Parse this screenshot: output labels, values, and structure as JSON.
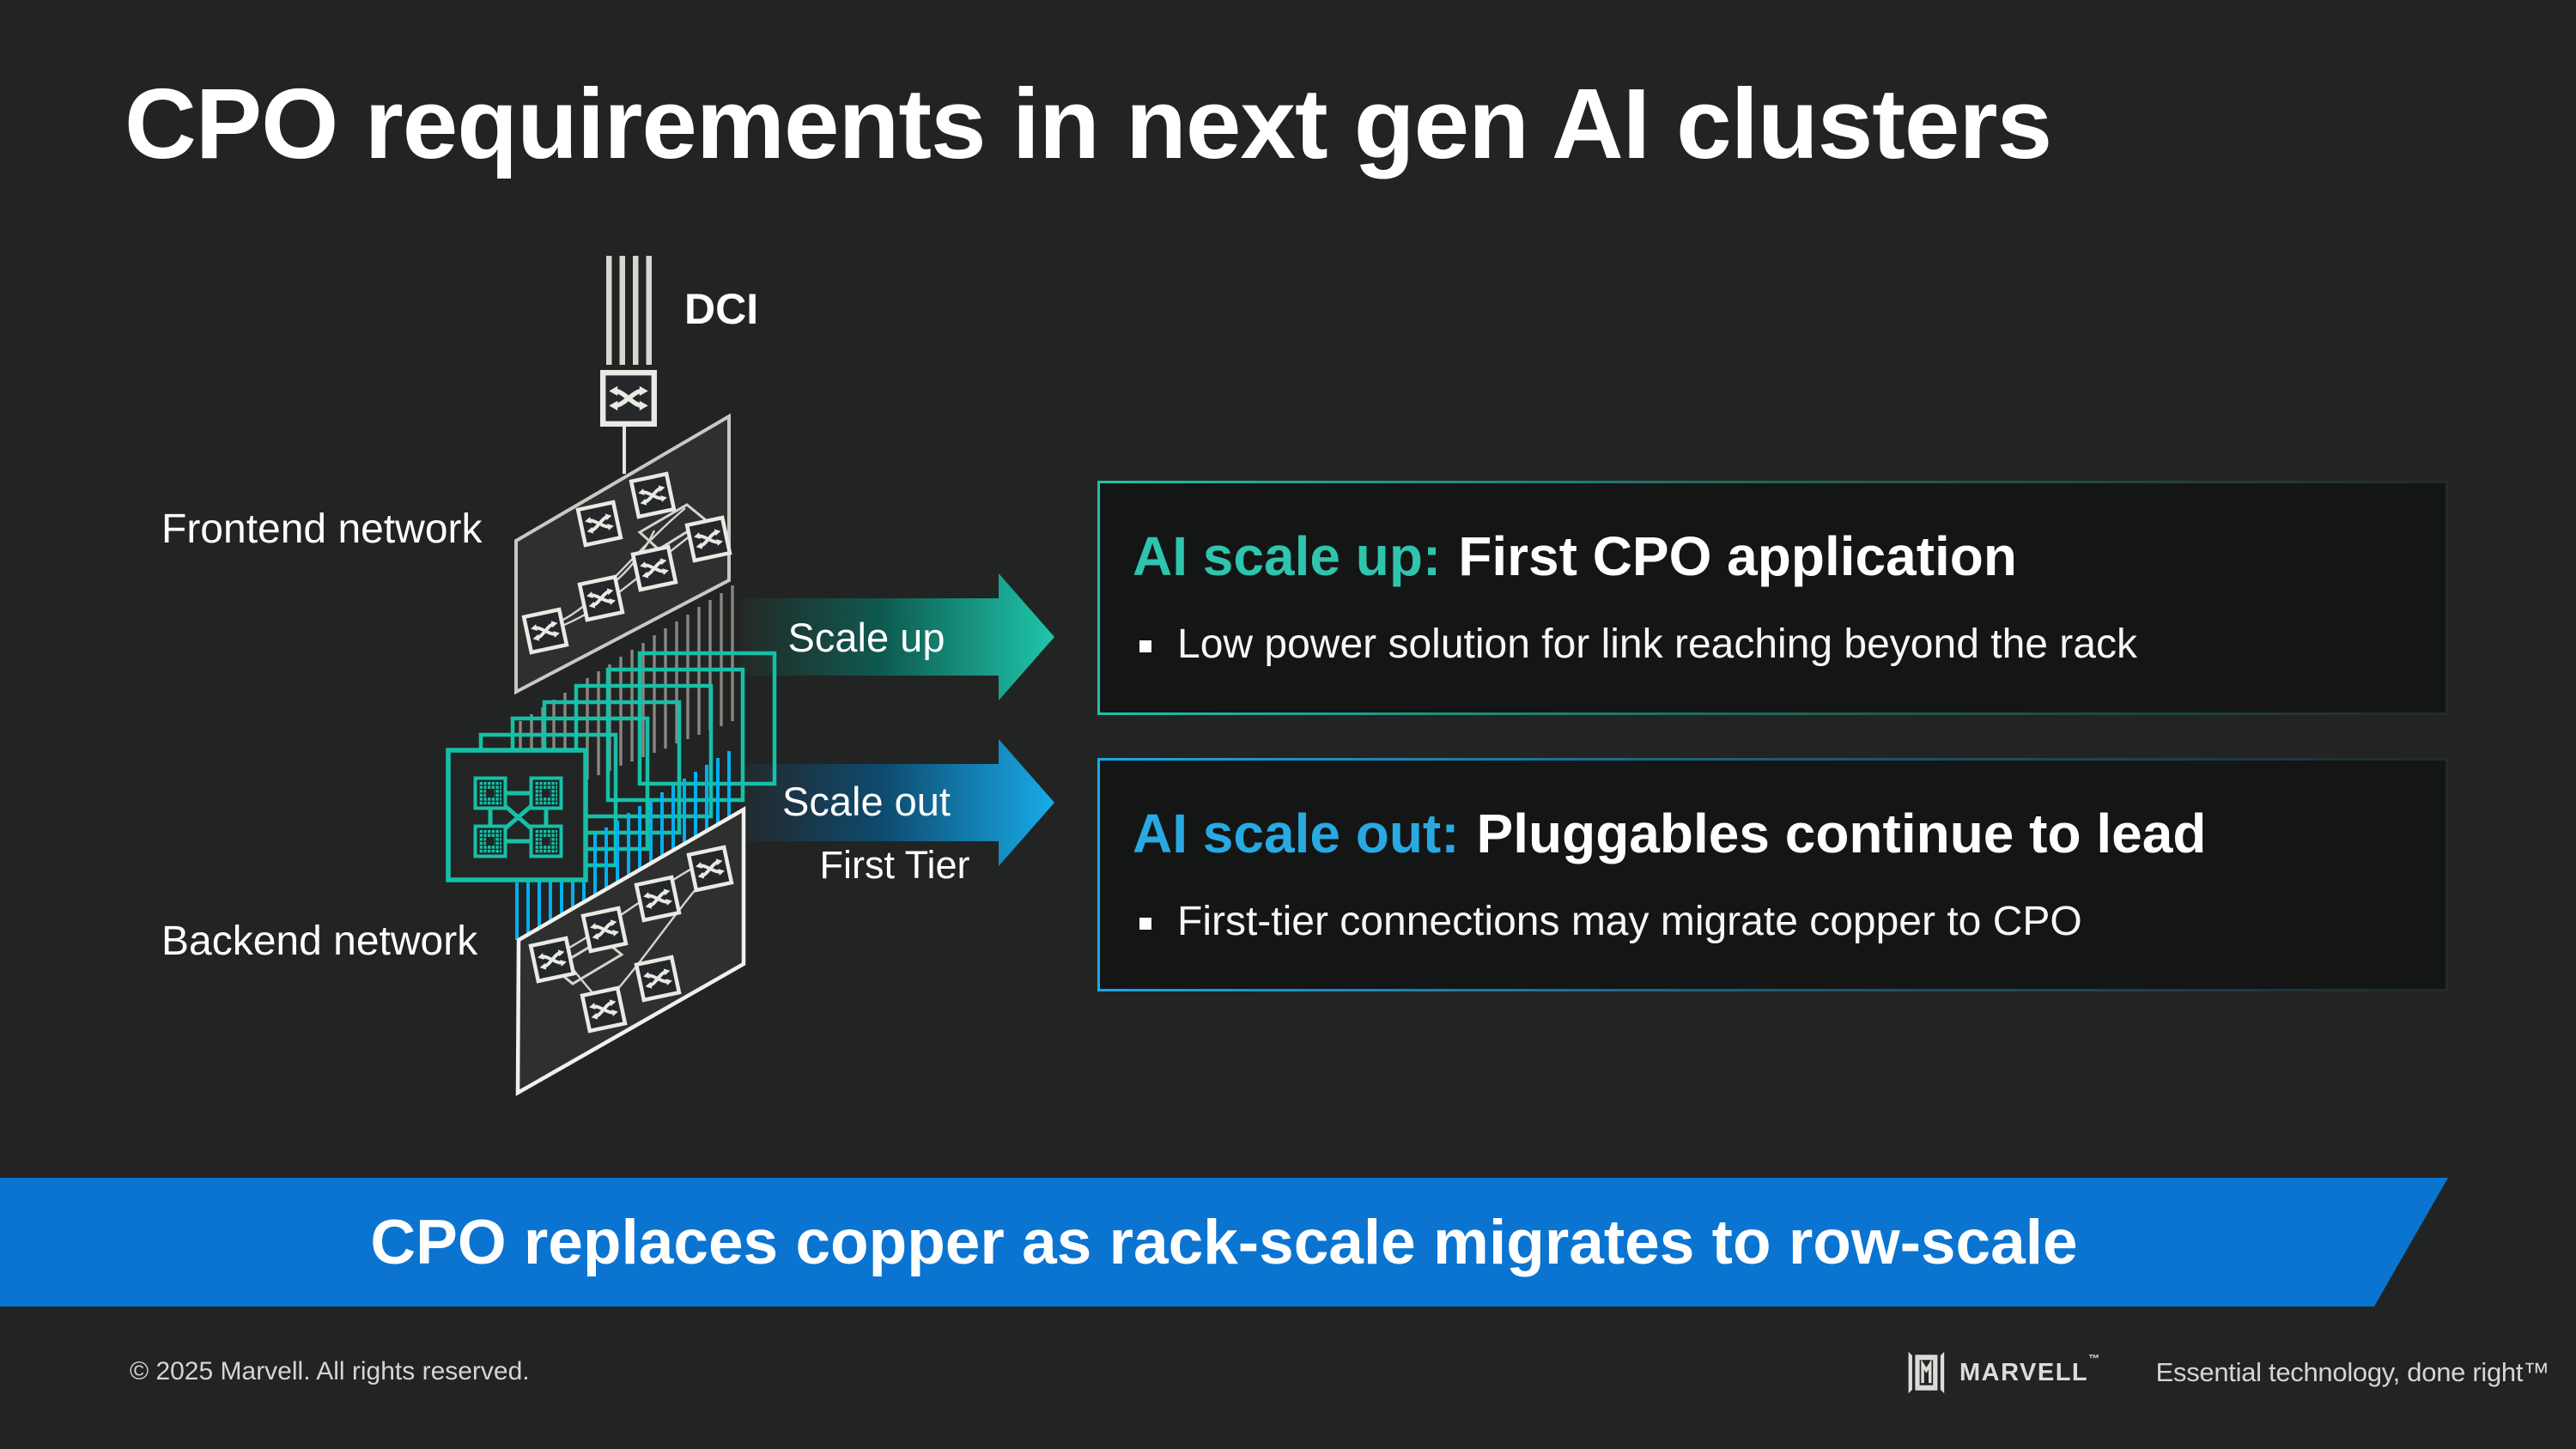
{
  "title": "CPO requirements in next gen AI clusters",
  "diagram": {
    "dci_label": "DCI",
    "frontend_label": "Frontend network",
    "backend_label": "Backend network",
    "scale_up_label": "Scale up",
    "scale_out_label": "Scale out",
    "first_tier_label": "First Tier"
  },
  "callouts": [
    {
      "highlight": "AI scale up:",
      "heading": "First CPO application",
      "bullet": "Low power solution for link reaching beyond the rack",
      "accent": "#2fc4ae"
    },
    {
      "highlight": "AI scale out:",
      "heading": "Pluggables continue to lead",
      "bullet": "First-tier connections may migrate copper to CPO",
      "accent": "#29a9e2"
    }
  ],
  "banner": {
    "text": "CPO replaces copper as rack-scale migrates to row-scale",
    "color": "#0b74d1"
  },
  "footer": {
    "copyright": "© 2025 Marvell. All rights reserved.",
    "brand": "MARVELL",
    "brand_tm": "™",
    "tagline": "Essential technology, done right™"
  },
  "colors": {
    "background": "#222423",
    "accent_teal": "#2fc4ae",
    "accent_blue": "#29a9e2",
    "card_teal": "#16c0a8",
    "cyan_links": "#00b0f0",
    "banner_blue": "#0b74d1"
  }
}
